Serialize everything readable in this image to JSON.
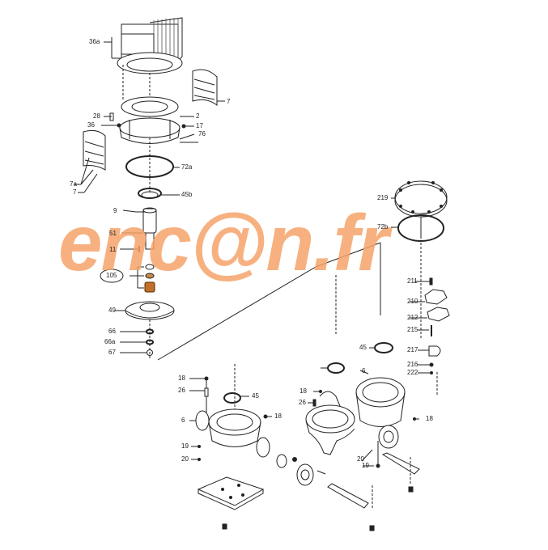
{
  "diagram": {
    "type": "exploded parts diagram",
    "subject": "in-line twin pump",
    "watermark": "enc@n.fr",
    "watermark_color": "#f6a46a",
    "highlight_part": "105",
    "labels": [
      {
        "id": "36a",
        "text": "36a"
      },
      {
        "id": "7_top",
        "text": "7"
      },
      {
        "id": "28",
        "text": "28"
      },
      {
        "id": "2",
        "text": "2"
      },
      {
        "id": "36",
        "text": "36"
      },
      {
        "id": "17",
        "text": "17"
      },
      {
        "id": "76",
        "text": "76"
      },
      {
        "id": "72a",
        "text": "72a"
      },
      {
        "id": "7a",
        "text": "7a"
      },
      {
        "id": "7_left",
        "text": "7"
      },
      {
        "id": "45b",
        "text": "45b"
      },
      {
        "id": "9",
        "text": "9"
      },
      {
        "id": "51",
        "text": "51"
      },
      {
        "id": "11",
        "text": "11"
      },
      {
        "id": "105",
        "text": "105"
      },
      {
        "id": "49",
        "text": "49"
      },
      {
        "id": "66",
        "text": "66"
      },
      {
        "id": "66a",
        "text": "66a"
      },
      {
        "id": "67",
        "text": "67"
      },
      {
        "id": "219",
        "text": "219"
      },
      {
        "id": "72b",
        "text": "72b"
      },
      {
        "id": "211",
        "text": "211"
      },
      {
        "id": "210",
        "text": "210"
      },
      {
        "id": "212",
        "text": "212"
      },
      {
        "id": "215",
        "text": "215"
      },
      {
        "id": "217",
        "text": "217"
      },
      {
        "id": "216",
        "text": "216"
      },
      {
        "id": "222",
        "text": "222"
      },
      {
        "id": "45_right",
        "text": "45"
      },
      {
        "id": "6_right",
        "text": "6"
      },
      {
        "id": "18_r1",
        "text": "18"
      },
      {
        "id": "26_r",
        "text": "26"
      },
      {
        "id": "18_r2",
        "text": "18"
      },
      {
        "id": "20_r",
        "text": "20"
      },
      {
        "id": "19_r",
        "text": "19"
      },
      {
        "id": "18_l1",
        "text": "18"
      },
      {
        "id": "26_l",
        "text": "26"
      },
      {
        "id": "45_left",
        "text": "45"
      },
      {
        "id": "6_left",
        "text": "6"
      },
      {
        "id": "18_l2",
        "text": "18"
      },
      {
        "id": "19_l",
        "text": "19"
      },
      {
        "id": "20_l",
        "text": "20"
      }
    ]
  }
}
